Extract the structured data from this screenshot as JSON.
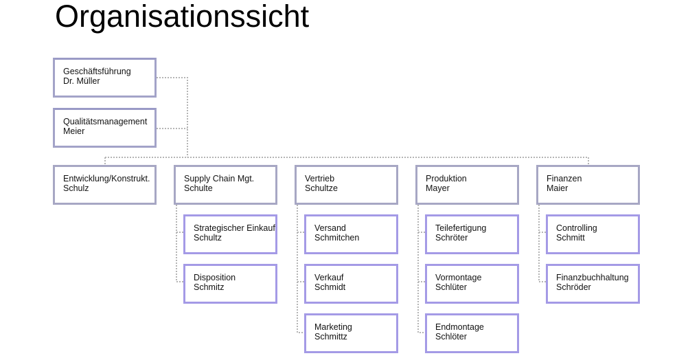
{
  "title": "Organisationssicht",
  "leadership": [
    {
      "name": "Geschäftsführung",
      "person": "Dr. Müller"
    },
    {
      "name": "Qualitätsmanagement",
      "person": "Meier"
    }
  ],
  "departments": [
    {
      "name": "Entwicklung/Konstrukt.",
      "person": "Schulz",
      "units": []
    },
    {
      "name": "Supply Chain Mgt.",
      "person": "Schulte",
      "units": [
        {
          "name": "Strategischer Einkauf",
          "person": "Schultz"
        },
        {
          "name": "Disposition",
          "person": "Schmitz"
        }
      ]
    },
    {
      "name": "Vertrieb",
      "person": "Schultze",
      "units": [
        {
          "name": "Versand",
          "person": "Schmitchen"
        },
        {
          "name": "Verkauf",
          "person": "Schmidt"
        },
        {
          "name": "Marketing",
          "person": "Schmittz"
        }
      ]
    },
    {
      "name": "Produktion",
      "person": "Mayer",
      "units": [
        {
          "name": "Teilefertigung",
          "person": "Schröter"
        },
        {
          "name": "Vormontage",
          "person": "Schlüter"
        },
        {
          "name": "Endmontage",
          "person": "Schlöter"
        }
      ]
    },
    {
      "name": "Finanzen",
      "person": "Maier",
      "units": [
        {
          "name": "Controlling",
          "person": "Schmitt"
        },
        {
          "name": "Finanzbuchhaltung",
          "person": "Schröder"
        }
      ]
    }
  ],
  "colors": {
    "connector": "#b4b4b4",
    "box_border": "#a7a7c4",
    "unit_border": "#a49ae6"
  }
}
